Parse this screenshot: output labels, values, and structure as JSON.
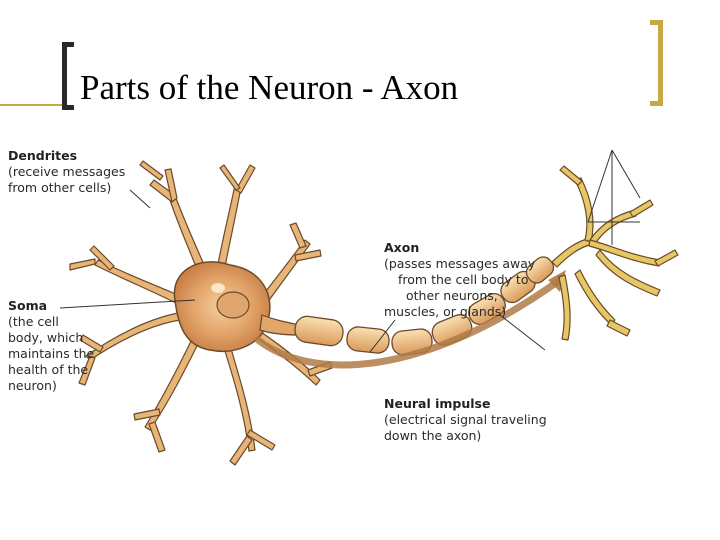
{
  "slide": {
    "title": "Parts of the Neuron - Axon",
    "colors": {
      "accent": "#c8a846",
      "bracket_dark": "#2a2a2a",
      "cell_body": "#e9b97a",
      "cell_outline": "#6b4a2a",
      "myelin": "#efc58c",
      "impulse_arrow": "#b07a45"
    }
  },
  "diagram": {
    "dendrites": {
      "name": "Dendrites",
      "desc": [
        "(receive messages",
        "from other cells)"
      ]
    },
    "axon": {
      "name": "Axon",
      "desc": [
        "(passes messages away",
        "from the cell body to",
        "other neurons,",
        "muscles, or glands)"
      ]
    },
    "soma": {
      "name": "Soma",
      "desc": [
        "(the cell",
        "body, which",
        "maintains the",
        "health of the",
        "neuron)"
      ]
    },
    "impulse": {
      "name": "Neural impulse",
      "desc": [
        "(electrical signal traveling",
        "down the axon)"
      ]
    }
  }
}
